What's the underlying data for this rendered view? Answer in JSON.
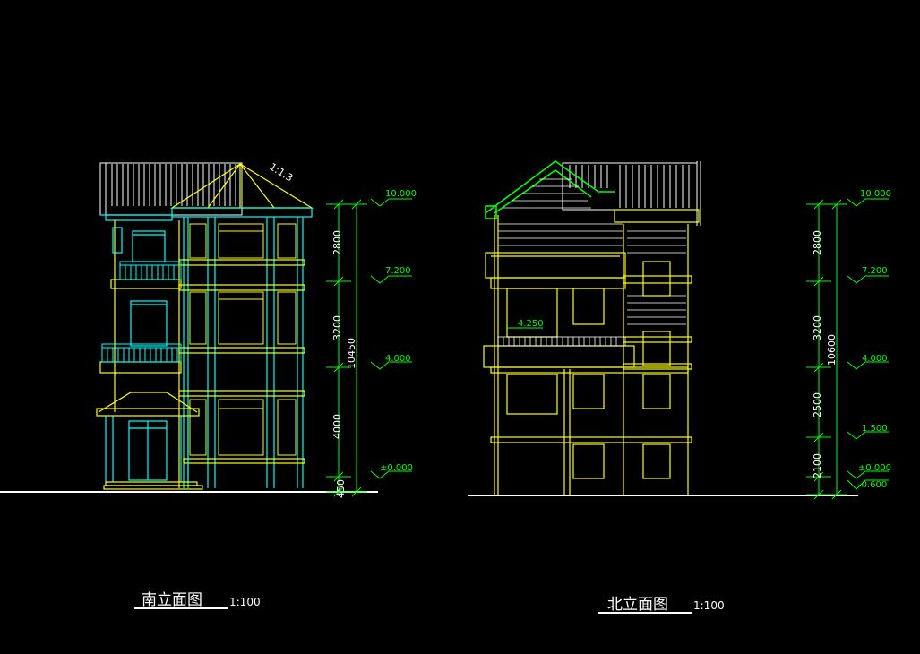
{
  "colors": {
    "background": "#000000",
    "wall": "#ffff00",
    "glass": "#00ffff",
    "roof": "#ffffff",
    "dimension": "#00ff00",
    "ground": "#ffffff",
    "label": "#ffffff"
  },
  "south": {
    "title": "南立面图",
    "scale": "1:100",
    "roof_slope": "1:1.3",
    "total_height": "10450",
    "segments": [
      "2800",
      "3200",
      "4000",
      "450"
    ],
    "levels": [
      "10.000",
      "7.200",
      "4.000",
      "±0.000"
    ]
  },
  "north": {
    "title": "北立面图",
    "scale": "1:100",
    "floor_mark": "4.250",
    "total_height": "10600",
    "segments": [
      "2800",
      "3200",
      "2500",
      "2100"
    ],
    "levels": [
      "10.000",
      "7.200",
      "4.000",
      "1.500",
      "±0.000",
      "-0.600"
    ]
  }
}
